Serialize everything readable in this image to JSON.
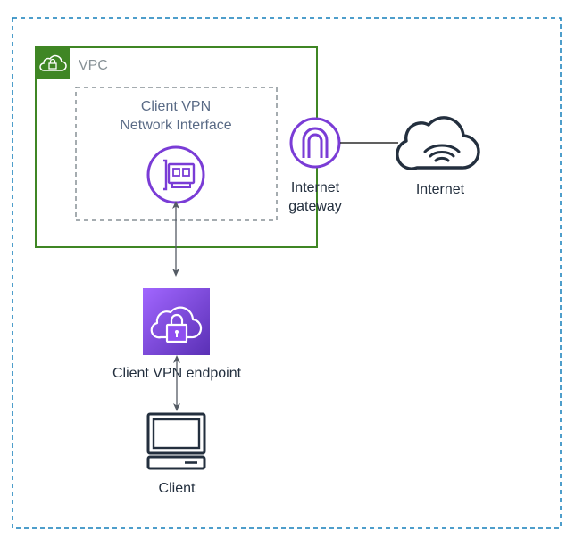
{
  "vpc": {
    "label": "VPC"
  },
  "network_interface": {
    "label_line1": "Client VPN",
    "label_line2": "Network Interface",
    "icon": "elastic-network-interface-icon"
  },
  "internet_gateway": {
    "label_line1": "Internet",
    "label_line2": "gateway",
    "icon": "internet-gateway-icon"
  },
  "internet": {
    "label": "Internet",
    "icon": "cloud-wifi-icon"
  },
  "vpn_endpoint": {
    "label": "Client VPN endpoint",
    "icon": "cloud-lock-icon"
  },
  "client": {
    "label": "Client",
    "icon": "desktop-computer-icon"
  },
  "colors": {
    "outer_border": "#147eba",
    "vpc_border": "#3f8624",
    "vpc_badge": "#3f8624",
    "subnet_border": "#879196",
    "purple": "#7a3cd6",
    "endpoint_gradient_top": "#9c4dff",
    "endpoint_gradient_bottom": "#5e2ec4",
    "dark": "#232f3e",
    "arrow": "#545b64"
  }
}
